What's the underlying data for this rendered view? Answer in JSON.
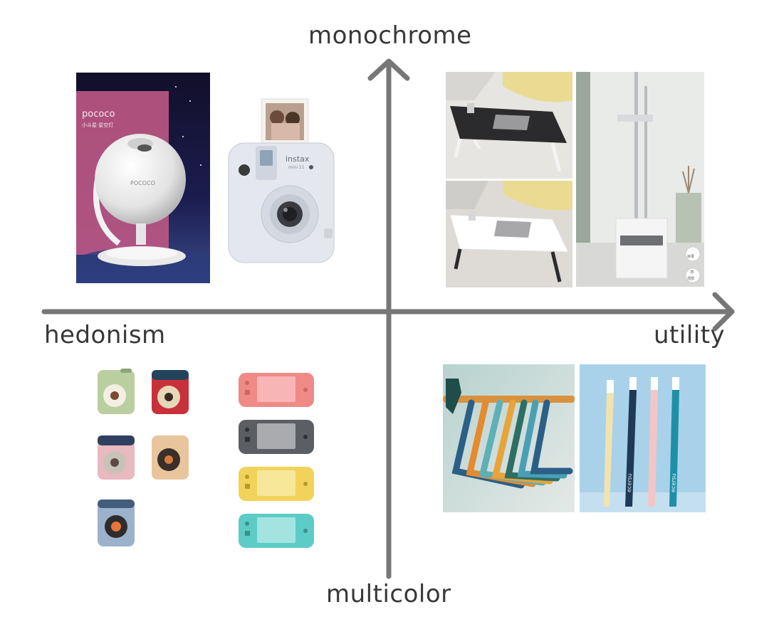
{
  "axes": {
    "top_label": "monochrome",
    "bottom_label": "multicolor",
    "left_label": "hedonism",
    "right_label": "utility"
  },
  "quadrants": {
    "top_left": {
      "items": [
        {
          "name": "star-projector-photo",
          "brand_text": "pococo",
          "brand_sub": "小斗星·星空灯",
          "body_text": "POCOCO"
        },
        {
          "name": "instant-camera-photo",
          "brand_text": "instax",
          "model_text": "mini 11"
        }
      ]
    },
    "top_right": {
      "items": [
        {
          "name": "black-laptop-desk-photo"
        },
        {
          "name": "white-laptop-desk-photo"
        },
        {
          "name": "mop-bucket-photo",
          "side_buttons": [
            "目录",
            "不",
            "顶部"
          ]
        }
      ]
    },
    "bottom_left": {
      "items": [
        {
          "name": "retro-speakers-photo",
          "colors": [
            "#b9cfa0",
            "#c9313a",
            "#e8b9bf",
            "#e9c59d",
            "#9cb2cc"
          ]
        },
        {
          "name": "handheld-consoles-photo",
          "colors": [
            "#ef8a86",
            "#5b5e63",
            "#f2d35a",
            "#5dcbc6"
          ]
        }
      ]
    },
    "bottom_right": {
      "items": [
        {
          "name": "colorful-hangers-photo"
        },
        {
          "name": "toothbrushes-photo",
          "brand_text": "ecersu"
        }
      ]
    }
  }
}
